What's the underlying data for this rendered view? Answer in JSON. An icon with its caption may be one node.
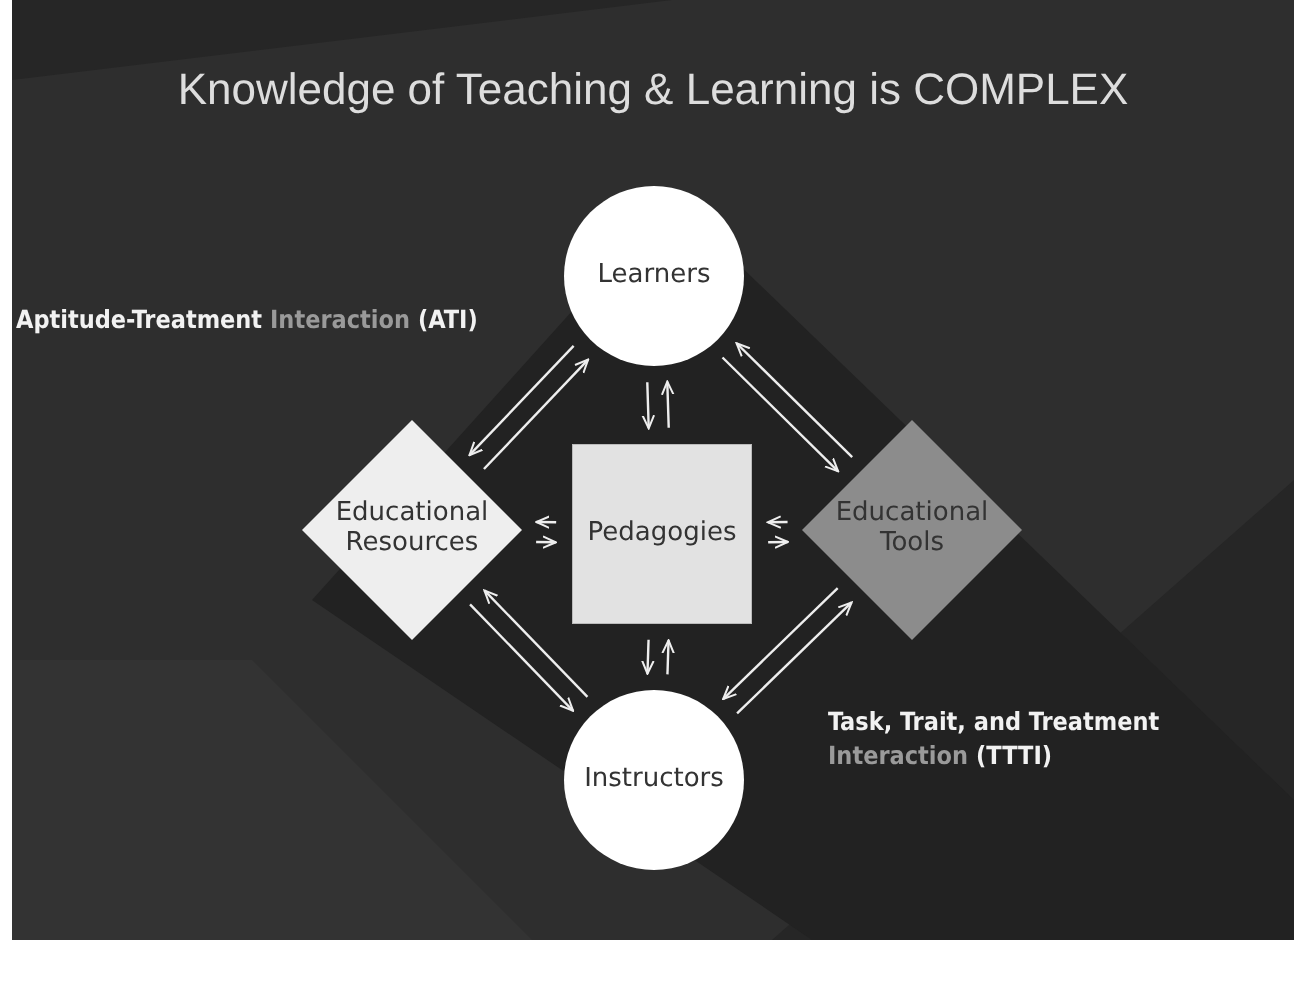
{
  "diagram": {
    "title": "Knowledge of Teaching & Learning is COMPLEX",
    "nodes": [
      {
        "text": [
          "Learners"
        ]
      },
      {
        "text": [
          "Educational Resources"
        ]
      },
      {
        "text": [
          "Pedagogies"
        ]
      },
      {
        "text": [
          "Educational Tools"
        ]
      },
      {
        "text": [
          "Instructors"
        ]
      }
    ],
    "edges": [
      {
        "from": 0,
        "to": 1,
        "arrow": "to"
      },
      {
        "from": 1,
        "to": 0,
        "arrow": "to"
      },
      {
        "from": 0,
        "to": 2,
        "arrow": "to"
      },
      {
        "from": 2,
        "to": 0,
        "arrow": "to"
      },
      {
        "from": 0,
        "to": 3,
        "arrow": "to"
      },
      {
        "from": 3,
        "to": 0,
        "arrow": "to"
      },
      {
        "from": 2,
        "to": 1,
        "arrow": "to"
      },
      {
        "from": 1,
        "to": 2,
        "arrow": "to"
      },
      {
        "from": 3,
        "to": 2,
        "arrow": "to"
      },
      {
        "from": 2,
        "to": 3,
        "arrow": "to"
      },
      {
        "from": 1,
        "to": 4,
        "arrow": "to"
      },
      {
        "from": 4,
        "to": 1,
        "arrow": "to"
      },
      {
        "from": 2,
        "to": 4,
        "arrow": "to"
      },
      {
        "from": 4,
        "to": 2,
        "arrow": "to"
      },
      {
        "from": 3,
        "to": 4,
        "arrow": "to"
      },
      {
        "from": 4,
        "to": 3,
        "arrow": "to"
      }
    ],
    "labels": [
      "Aptitude-Treatment",
      "Interaction",
      "(ATI)",
      "Task, Trait, and Treatment",
      "Interaction",
      "(TTTI)"
    ]
  }
}
